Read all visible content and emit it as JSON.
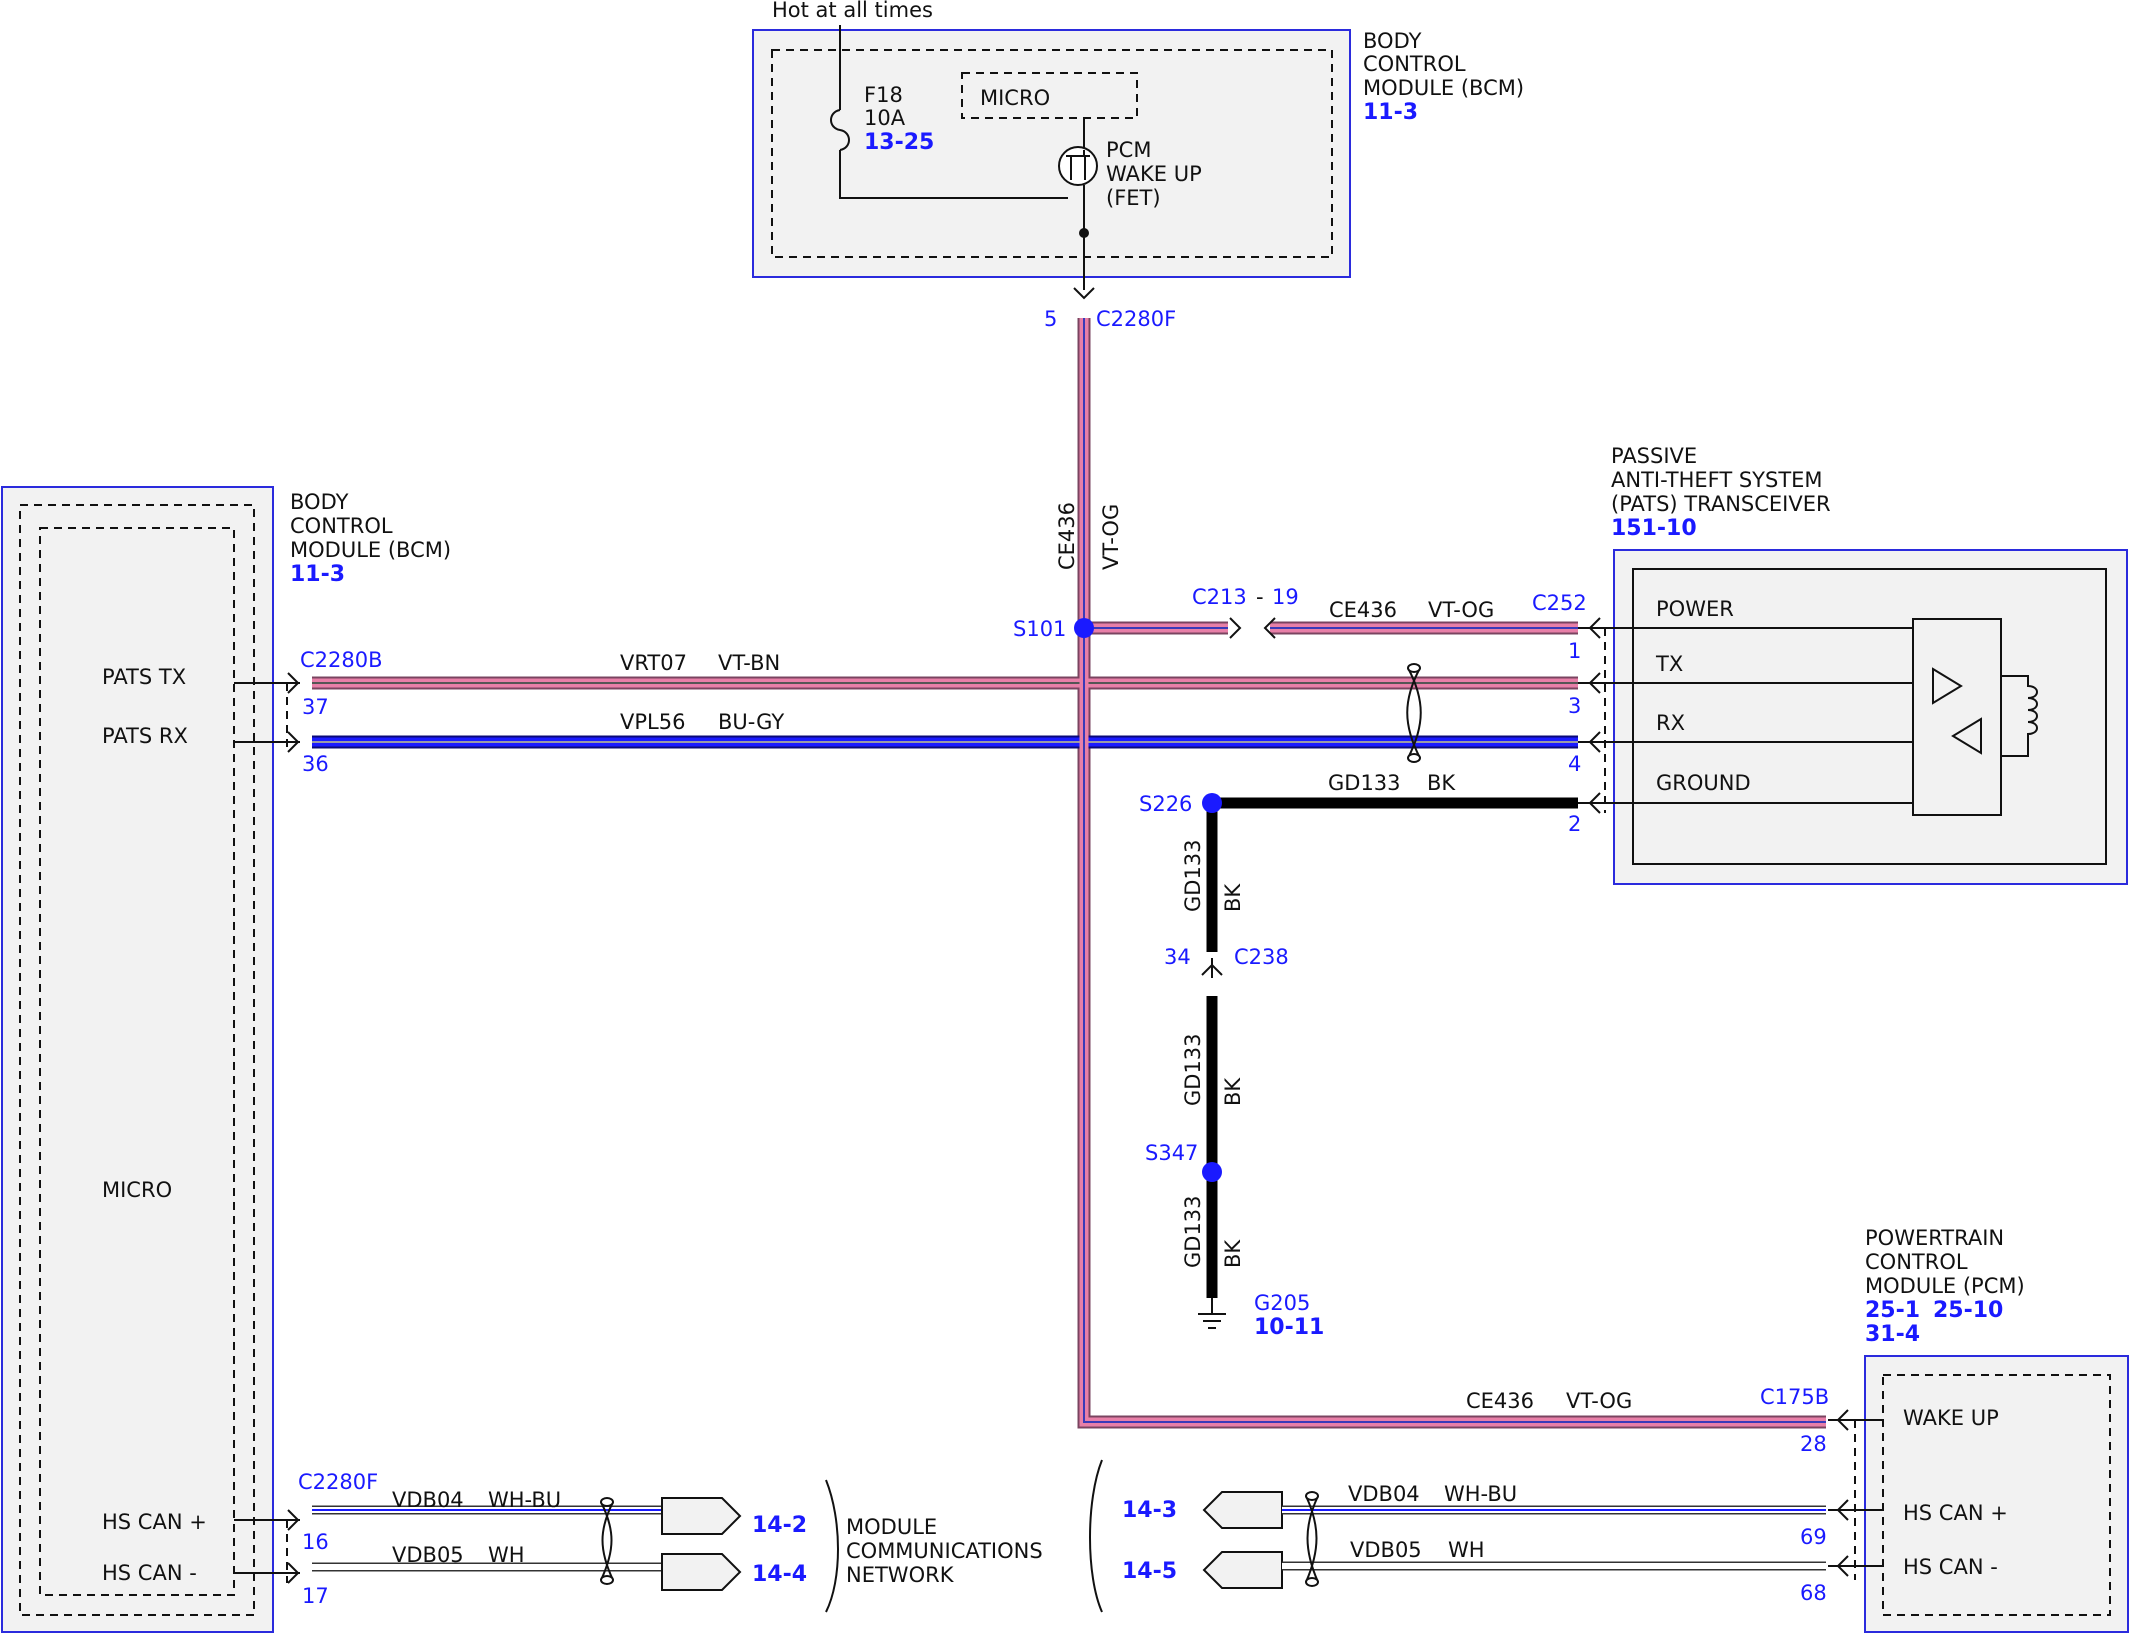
{
  "colors": {
    "module_border": "#2b2bdd",
    "module_fill": "#f2f2f2",
    "wire_vt_og": "#e87fa8",
    "wire_vt_bn": "#e87fa8",
    "wire_bu_gy": "#1a1aff",
    "wire_bk": "#000000",
    "splice": "#1a1aff",
    "label_blue": "#1a1aff"
  },
  "bcm_top": {
    "supply": "Hot at all times",
    "title": [
      "BODY",
      "CONTROL",
      "MODULE (BCM)"
    ],
    "ref": "11-3",
    "fuse": [
      "F18",
      "10A"
    ],
    "fuse_ref": "13-25",
    "micro": "MICRO",
    "fet": [
      "PCM",
      "WAKE UP",
      "(FET)"
    ],
    "pin": "5",
    "connector": "C2280F"
  },
  "bcm_left": {
    "title": [
      "BODY",
      "CONTROL",
      "MODULE (BCM)"
    ],
    "ref": "11-3",
    "micro": "MICRO",
    "pats_tx": "PATS TX",
    "pats_rx": "PATS RX",
    "hs_can_plus": "HS CAN +",
    "hs_can_minus": "HS CAN -",
    "connector_top": "C2280B",
    "pin_tx": "37",
    "pin_rx": "36",
    "connector_bottom": "C2280F",
    "pin_can_plus": "16",
    "pin_can_minus": "17"
  },
  "pats": {
    "title": [
      "PASSIVE",
      "ANTI-THEFT SYSTEM",
      "(PATS) TRANSCEIVER"
    ],
    "ref": "151-10",
    "connector": "C252",
    "pins": [
      {
        "label": "POWER",
        "pin": "1"
      },
      {
        "label": "TX",
        "pin": "3"
      },
      {
        "label": "RX",
        "pin": "4"
      },
      {
        "label": "GROUND",
        "pin": "2"
      }
    ]
  },
  "pcm": {
    "title": [
      "POWERTRAIN",
      "CONTROL",
      "MODULE (PCM)"
    ],
    "refs": [
      "25-1",
      "25-10",
      "31-4"
    ],
    "connector": "C175B",
    "wake_up": "WAKE UP",
    "hs_can_plus": "HS CAN +",
    "hs_can_minus": "HS CAN -",
    "pin_wake": "28",
    "pin_can_plus": "69",
    "pin_can_minus": "68"
  },
  "wires": {
    "ce436": {
      "circuit": "CE436",
      "color": "VT-OG"
    },
    "vrt07": {
      "circuit": "VRT07",
      "color": "VT-BN"
    },
    "vpl56": {
      "circuit": "VPL56",
      "color": "BU-GY"
    },
    "gd133": {
      "circuit": "GD133",
      "color": "BK"
    },
    "vdb04": {
      "circuit": "VDB04",
      "color": "WH-BU"
    },
    "vdb05": {
      "circuit": "VDB05",
      "color": "WH"
    }
  },
  "splices": {
    "s101": "S101",
    "s226": "S226",
    "s347": "S347"
  },
  "inline_connector": {
    "name": "C213",
    "sep": "-",
    "pin": "19"
  },
  "c238": {
    "name": "C238",
    "pin": "34"
  },
  "ground": {
    "name": "G205",
    "ref": "10-11"
  },
  "mcn": {
    "label": [
      "MODULE",
      "COMMUNICATIONS",
      "NETWORK"
    ],
    "refs_left": [
      "14-2",
      "14-4"
    ],
    "refs_right": [
      "14-3",
      "14-5"
    ]
  }
}
